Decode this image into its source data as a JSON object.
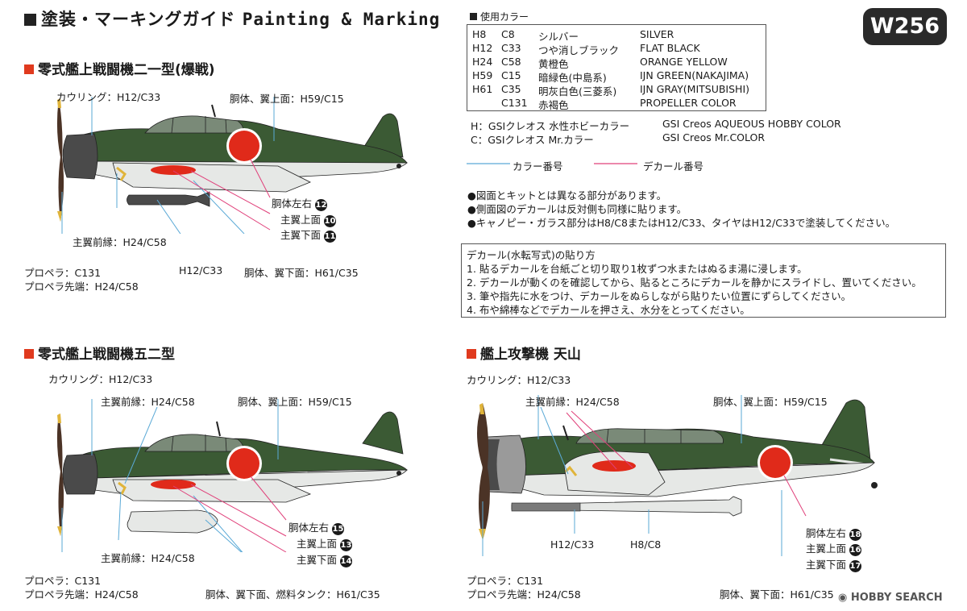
{
  "header": {
    "title_jp": "塗装・マーキングガイド",
    "title_en": "Painting & Marking",
    "badge": "W256"
  },
  "colors_used": {
    "heading": "使用カラー",
    "rows": [
      {
        "h": "H8",
        "c": "C8",
        "jp": "シルバー",
        "en": "SILVER"
      },
      {
        "h": "H12",
        "c": "C33",
        "jp": "つや消しブラック",
        "en": "FLAT BLACK"
      },
      {
        "h": "H24",
        "c": "C58",
        "jp": "黄橙色",
        "en": "ORANGE YELLOW"
      },
      {
        "h": "H59",
        "c": "C15",
        "jp": "暗緑色(中島系)",
        "en": "IJN GREEN(NAKAJIMA)"
      },
      {
        "h": "H61",
        "c": "C35",
        "jp": "明灰白色(三菱系)",
        "en": "IJN GRAY(MITSUBISHI)"
      },
      {
        "h": "",
        "c": "C131",
        "jp": "赤褐色",
        "en": "PROPELLER COLOR"
      }
    ],
    "brand_h_jp": "H：GSIクレオス 水性ホビーカラー",
    "brand_h_en": "GSI Creos AQUEOUS HOBBY COLOR",
    "brand_c_jp": "C：GSIクレオス Mr.カラー",
    "brand_c_en": "GSI Creos Mr.COLOR"
  },
  "line_legend": {
    "color_number": "カラー番号",
    "decal_number": "デカール番号",
    "color_line": "#5aa9d6",
    "decal_line": "#e0407a"
  },
  "notes": [
    "●図面とキットとは異なる部分があります。",
    "●側面図のデカールは反対側も同様に貼ります。",
    "●キャノピー・ガラス部分はH8/C8またはH12/C33、タイヤはH12/C33で塗装してください。"
  ],
  "decal_instructions": {
    "title": "デカール(水転写式)の貼り方",
    "steps": [
      "1. 貼るデカールを台紙ごと切り取り1枚ずつ水またはぬるま湯に浸します。",
      "2. デカールが動くのを確認してから、貼るところにデカールを静かにスライドし、置いてください。",
      "3. 筆や指先に水をつけ、デカールをぬらしながら貼りたい位置にずらしてください。",
      "4. 布や綿棒などでデカールを押さえ、水分をとってください。"
    ]
  },
  "aircraft": [
    {
      "title": "零式艦上戦闘機二一型(爆戦)",
      "labels": {
        "cowling": "カウリング：H12/C33",
        "upper": "胴体、翼上面：H59/C15",
        "fuselage_lr": "胴体左右",
        "main_upper": "主翼上面",
        "main_lower": "主翼下面",
        "leading_edge": "主翼前縁：H24/C58",
        "bomb": "H12/C33",
        "lower": "胴体、翼下面：H61/C35",
        "prop": "プロペラ：C131",
        "prop_tip": "プロペラ先端：H24/C58"
      },
      "decals": {
        "fuselage_lr": "12",
        "main_upper": "10",
        "main_lower": "11"
      }
    },
    {
      "title": "零式艦上戦闘機五二型",
      "labels": {
        "cowling": "カウリング：H12/C33",
        "leading_edge_top": "主翼前縁：H24/C58",
        "upper": "胴体、翼上面：H59/C15",
        "fuselage_lr": "胴体左右",
        "main_upper": "主翼上面",
        "main_lower": "主翼下面",
        "leading_edge": "主翼前縁：H24/C58",
        "prop": "プロペラ：C131",
        "prop_tip": "プロペラ先端：H24/C58",
        "lower": "胴体、翼下面、燃料タンク：H61/C35"
      },
      "decals": {
        "fuselage_lr": "15",
        "main_upper": "13",
        "main_lower": "14"
      }
    },
    {
      "title": "艦上攻撃機 天山",
      "labels": {
        "cowling": "カウリング：H12/C33",
        "leading_edge_top": "主翼前縁：H24/C58",
        "upper": "胴体、翼上面：H59/C15",
        "fuselage_lr": "胴体左右",
        "main_upper": "主翼上面",
        "main_lower": "主翼下面",
        "torpedo_a": "H12/C33",
        "torpedo_b": "H8/C8",
        "prop": "プロペラ：C131",
        "prop_tip": "プロペラ先端：H24/C58",
        "lower": "胴体、翼下面：H61/C35"
      },
      "decals": {
        "fuselage_lr": "18",
        "main_upper": "16",
        "main_lower": "17"
      }
    }
  ],
  "palette": {
    "green": "#3b5a34",
    "gray": "#e6e8e6",
    "black": "#4a4a4a",
    "hinomaru": "#e02a1a",
    "prop": "#4b3326",
    "yellow": "#e0b43a"
  },
  "watermark": "HOBBY SEARCH"
}
